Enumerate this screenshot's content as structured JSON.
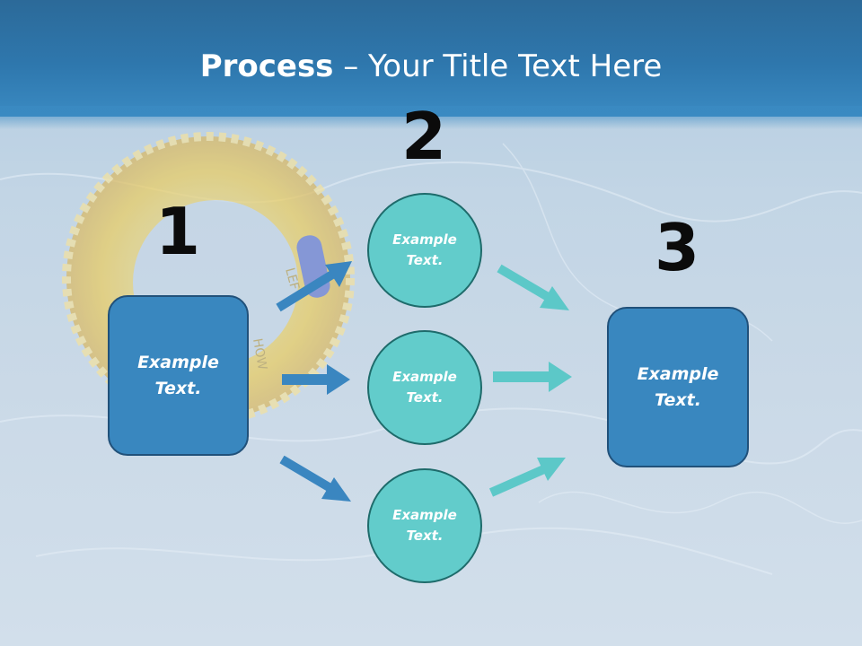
{
  "title": {
    "bold": "Process",
    "rest": " – Your Title Text Here"
  },
  "steps": {
    "one": {
      "number": "1",
      "text": "Example Text."
    },
    "two": {
      "number": "2",
      "items": [
        "Example Text.",
        "Example Text.",
        "Example Text."
      ]
    },
    "three": {
      "number": "3",
      "text": "Example Text."
    }
  },
  "colors": {
    "header": "#2e77ad",
    "box_fill": "#3987bf",
    "circle_fill": "#62cccb",
    "arrow_blue": "#3a86c0",
    "arrow_teal": "#5cc8c8",
    "number_text": "#0b0b0b"
  }
}
